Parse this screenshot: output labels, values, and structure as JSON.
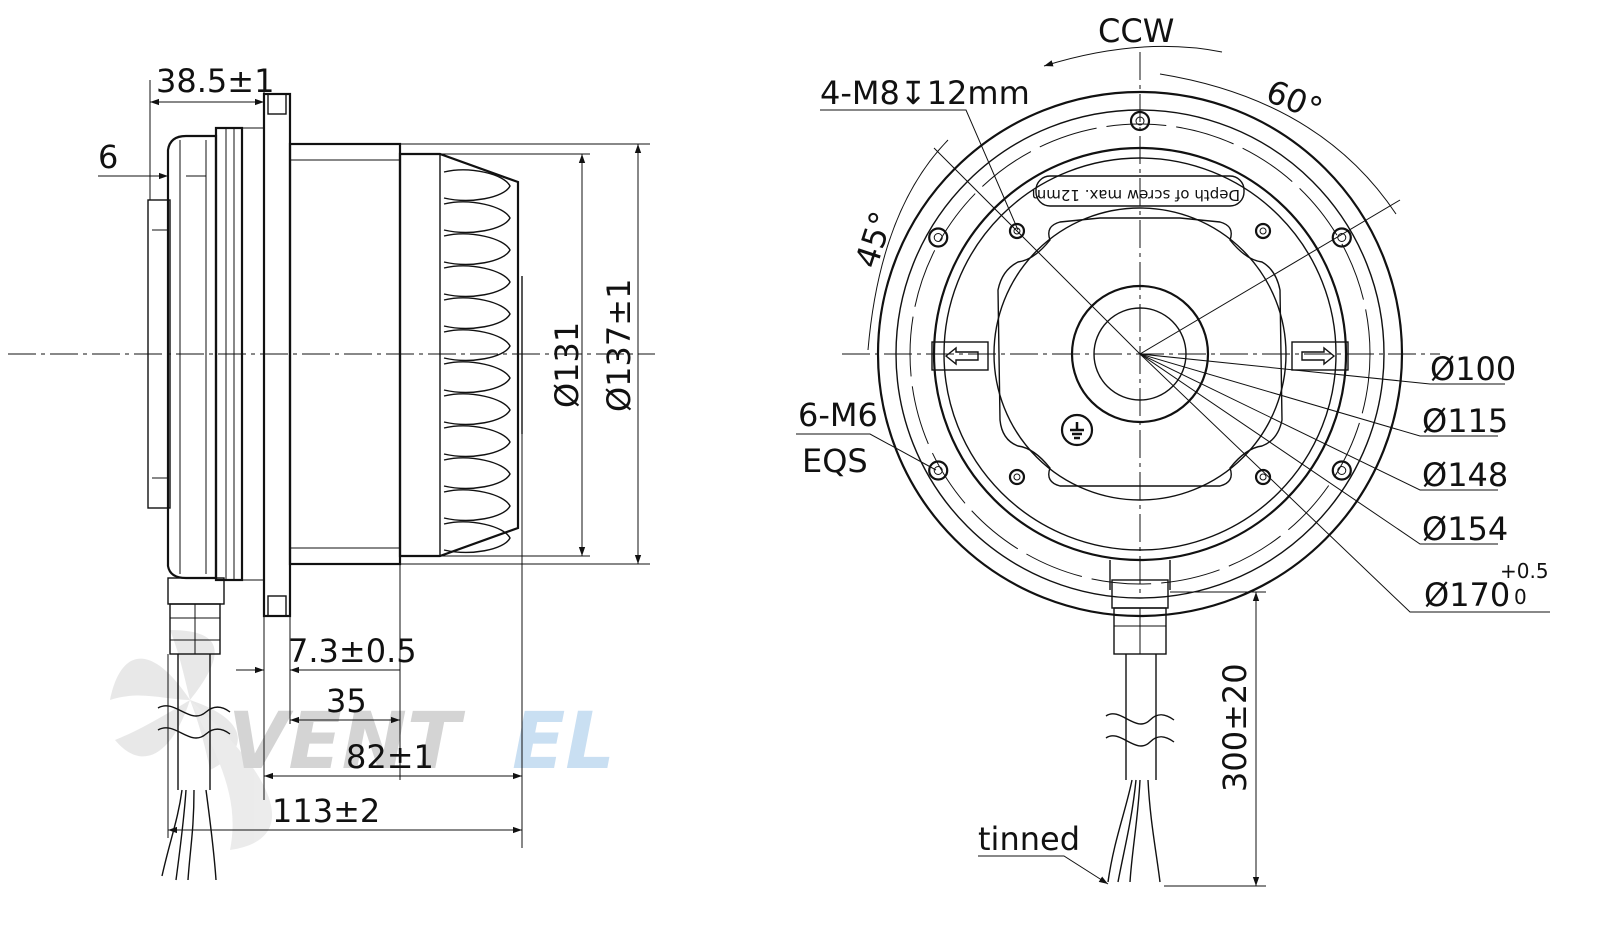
{
  "watermark": {
    "brand_dark": "VENT",
    "brand_light": "EL",
    "dark_color": "#d4d4d4",
    "light_color": "#c9dff2"
  },
  "side_view": {
    "dim_depth_top": "38.5±1",
    "dim_flange_offset": "6",
    "dim_outer_small": "Ø131",
    "dim_outer_large": "Ø137±1",
    "dim_flange_thickness": "7.3±0.5",
    "dim_35": "35",
    "dim_82": "82±1",
    "dim_113": "113±2"
  },
  "front_view": {
    "rotation": "CCW",
    "angle_60": "60°",
    "angle_45": "45°",
    "thread_holes_4": "4-M8",
    "thread_depth_symbol": "↧",
    "thread_depth": "12mm",
    "thread_holes_6_line1": "6-M6",
    "thread_holes_6_line2": "EQS",
    "label_screw_depth": "Depth of screw max. 12mm",
    "dia_100": "Ø100",
    "dia_115": "Ø115",
    "dia_148": "Ø148",
    "dia_154": "Ø154",
    "dia_170": "Ø170",
    "dia_170_tol_upper": "+0.5",
    "dia_170_tol_lower": "0",
    "cable_length": "300±20",
    "cable_end": "tinned"
  }
}
